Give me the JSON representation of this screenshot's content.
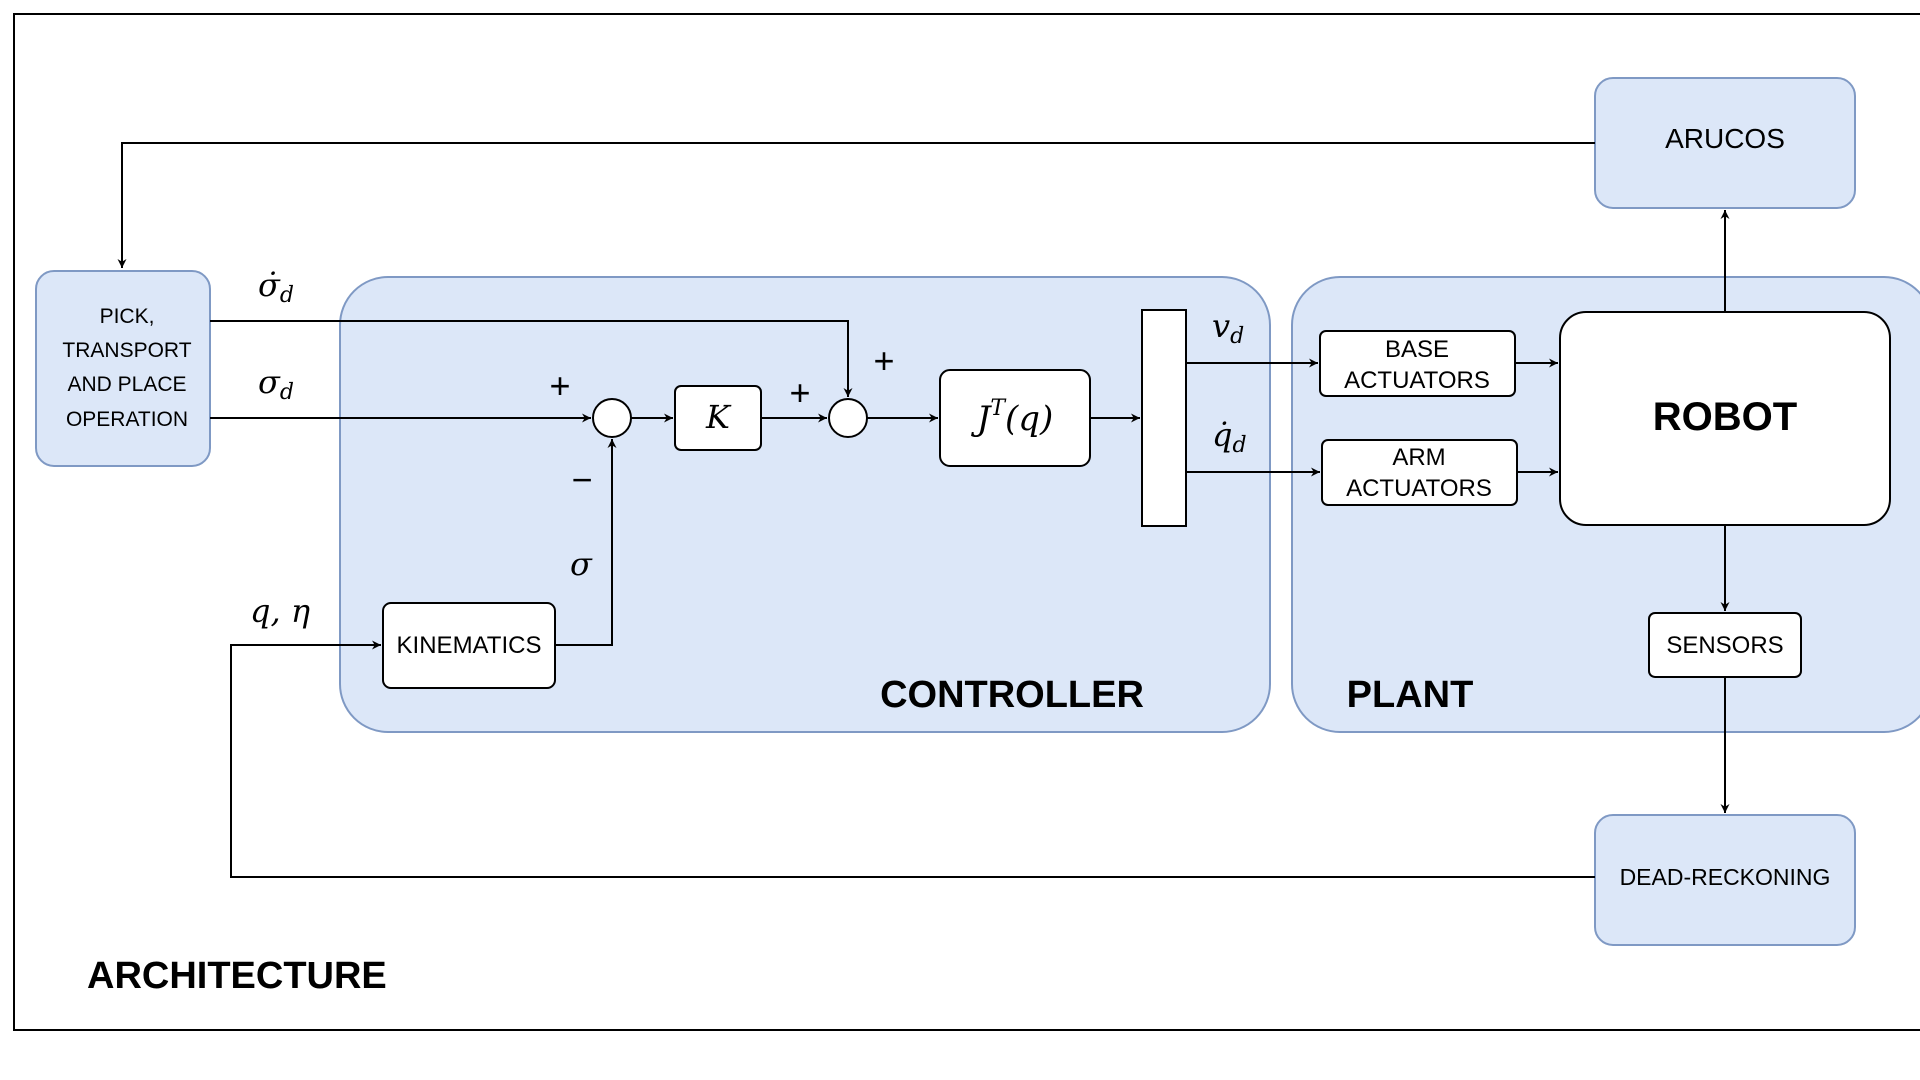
{
  "labels": {
    "frame_title": "ARCHITECTURE",
    "controller": "CONTROLLER",
    "plant": "PLANT",
    "arucos": "ARUCOS",
    "pick_line1": "PICK,",
    "pick_line2": "TRANSPORT",
    "pick_line3": "AND PLACE",
    "pick_line4": "OPERATION",
    "kinematics": "KINEMATICS",
    "gain": "K",
    "jacobian_base": "J",
    "jacobian_sup": "T",
    "jacobian_arg": "(q)",
    "base_line1": "BASE",
    "base_line2": "ACTUATORS",
    "arm_line1": "ARM",
    "arm_line2": "ACTUATORS",
    "robot": "ROBOT",
    "sensors": "SENSORS",
    "dead_reckoning": "DEAD-RECKONING"
  },
  "signals": {
    "sigma_dot_d": "σ̇",
    "sigma_dot_d_sub": "d",
    "sigma_d": "σ",
    "sigma_d_sub": "d",
    "sigma": "σ",
    "q_eta": "q, η",
    "v_d": "v",
    "v_d_sub": "d",
    "q_dot_d": "q̇",
    "q_dot_d_sub": "d",
    "plus_1": "+",
    "minus_1": "−",
    "plus_2": "+",
    "plus_3": "+"
  },
  "colors": {
    "region_fill": "#dce7f8",
    "region_stroke": "#7f99c4",
    "box_fill": "#ffffff",
    "line": "#000000",
    "frame": "#000000"
  }
}
